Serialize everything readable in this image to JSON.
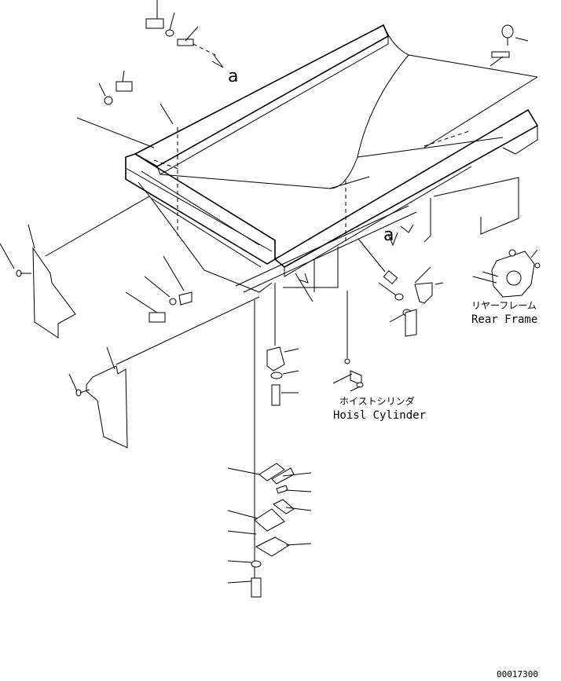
{
  "labels": {
    "arrow_a_top": "a",
    "arrow_a_mid": "a",
    "rear_frame_jp": "リヤーフレーム",
    "rear_frame_en": "Rear Frame",
    "hoist_cylinder_jp": "ホイストシリンダ",
    "hoist_cylinder_en": "Hoisl Cylinder",
    "drawing_code": "00017300"
  }
}
